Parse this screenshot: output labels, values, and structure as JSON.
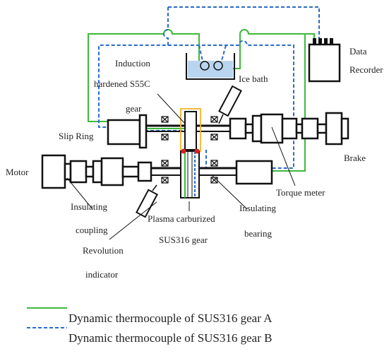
{
  "labels": {
    "induction": "Induction",
    "hardened": "hardened  S55C",
    "gear": "gear",
    "ice_bath": "Ice bath",
    "data": "Data",
    "recorder": "Recorder",
    "slip_ring": "Slip Ring",
    "brake": "Brake",
    "motor": "Motor",
    "torque_meter": "Torque meter",
    "insulating_1": "Insulating",
    "coupling": "coupling",
    "insulating_2": "Insulating",
    "bearing": "bearing",
    "plasma": "Plasma carburized",
    "sus_gear": "SUS316 gear",
    "revolution": "Revolution",
    "indicator": "indicator"
  },
  "legend": {
    "a_label": "Dynamic thermocouple of SUS316 gear A",
    "b_label": "Dynamic thermocouple of SUS316 gear B"
  },
  "colors": {
    "wire_a": "#3cb93c",
    "wire_b": "#2b6cc4",
    "gear_outline": "#f0b429",
    "contact_dot": "#d61f1f",
    "ice_water": "#b9d4ee"
  }
}
